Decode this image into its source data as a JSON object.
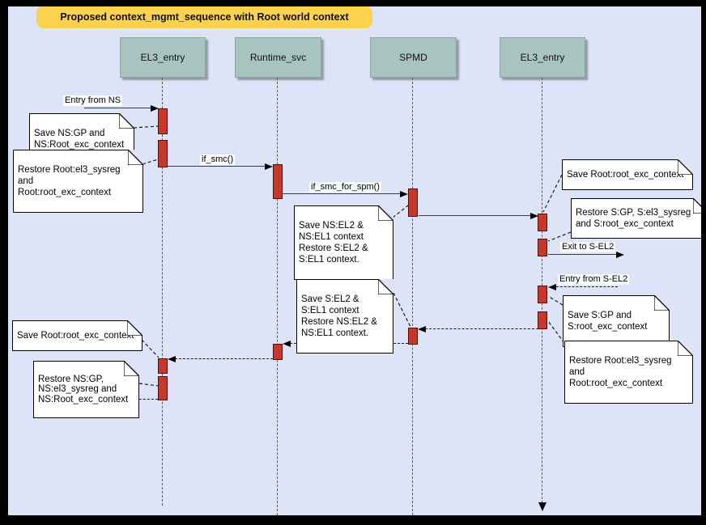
{
  "title": "Proposed context_mgmt_sequence with Root world context",
  "diagram_type": "uml-sequence",
  "colors": {
    "page_background": "#dde4f7",
    "frame": "#000000",
    "title_background": "#fcd24c",
    "lifeline_header_fill": "#a8c4bf",
    "activation_fill": "#c4392b",
    "activation_border": "#5c0b01",
    "note_fill": "#ffffff"
  },
  "lifelines": [
    {
      "label": "EL3_entry"
    },
    {
      "label": "Runtime_svc"
    },
    {
      "label": "SPMD"
    },
    {
      "label": "EL3_entry"
    }
  ],
  "messages": [
    {
      "label": "Entry from NS",
      "style": "solid",
      "direction": "right",
      "from": "external",
      "to": "EL3_entry"
    },
    {
      "label": "if_smc()",
      "style": "solid",
      "direction": "right",
      "from": "EL3_entry",
      "to": "Runtime_svc"
    },
    {
      "label": "if_smc_for_spm()",
      "style": "solid",
      "direction": "right",
      "from": "Runtime_svc",
      "to": "SPMD"
    },
    {
      "label": "",
      "style": "solid",
      "direction": "right",
      "from": "SPMD",
      "to": "EL3_entry"
    },
    {
      "label": "Exit to S-EL2",
      "style": "solid",
      "direction": "right",
      "from": "EL3_entry",
      "to": "external"
    },
    {
      "label": "Entry from S-EL2",
      "style": "dashed",
      "direction": "left",
      "from": "external",
      "to": "EL3_entry"
    },
    {
      "label": "",
      "style": "dashed",
      "direction": "left",
      "from": "EL3_entry",
      "to": "SPMD"
    },
    {
      "label": "",
      "style": "dashed",
      "direction": "left",
      "from": "SPMD",
      "to": "Runtime_svc"
    },
    {
      "label": "",
      "style": "dashed",
      "direction": "left",
      "from": "Runtime_svc",
      "to": "EL3_entry"
    },
    {
      "label": "",
      "style": "dashed",
      "direction": "left",
      "from": "EL3_entry",
      "to": "external"
    }
  ],
  "notes": [
    {
      "text": "Save NS:GP and\nNS:Root_exc_context"
    },
    {
      "text": "Restore Root:el3_sysreg\nand\nRoot:root_exc_context"
    },
    {
      "text": "Save NS:EL2 &\nNS:EL1 context\nRestore S:EL2 &\nS:EL1 context."
    },
    {
      "text": "Save Root:root_exc_context"
    },
    {
      "text": "Restore S:GP, S:el3_sysreg\nand S:root_exc_context"
    },
    {
      "text": "Save S:GP and\nS:root_exc_context"
    },
    {
      "text": "Restore Root:el3_sysreg\nand\nRoot:root_exc_context"
    },
    {
      "text": "Save S:EL2 &\nS:EL1 context\nRestore NS:EL2 &\nNS:EL1 context."
    },
    {
      "text": "Save Root:root_exc_context"
    },
    {
      "text": "Restore NS:GP,\nNS:el3_sysreg and\nNS:Root_exc_context"
    }
  ]
}
